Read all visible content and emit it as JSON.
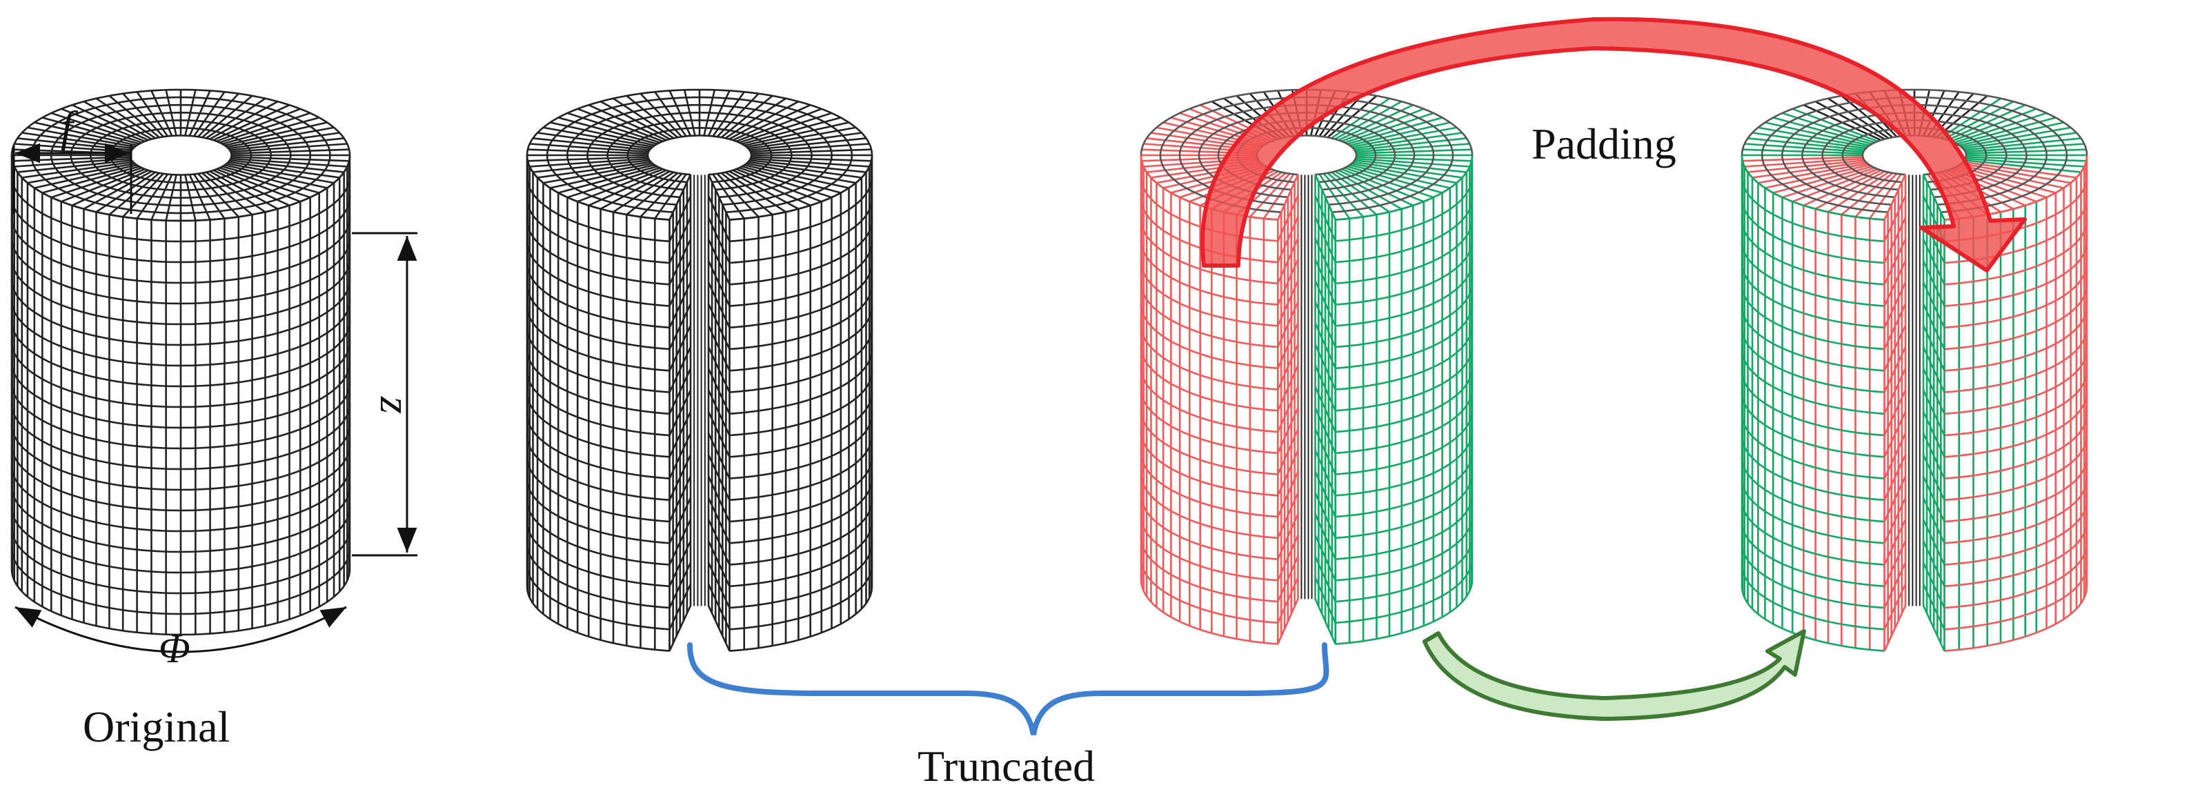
{
  "labels": {
    "original": "Original",
    "truncated": "Truncated",
    "padding": "Padding",
    "dim_f": "f",
    "dim_z": "z",
    "dim_phi": "Φ"
  },
  "colors": {
    "mesh_default": "#222222",
    "mesh_red": "#f05a5a",
    "mesh_green": "#13a765",
    "brace_blue": "#3f7fcf",
    "arrow_red": "#e8222a",
    "arrow_green": "#3f7a34"
  },
  "cylinders": [
    {
      "id": "original",
      "gap": false,
      "coloring": "none"
    },
    {
      "id": "truncated",
      "gap": true,
      "coloring": "none"
    },
    {
      "id": "split",
      "gap": true,
      "coloring": "red-left-green-right"
    },
    {
      "id": "padded",
      "gap": true,
      "coloring": "alternating-red-green"
    }
  ]
}
